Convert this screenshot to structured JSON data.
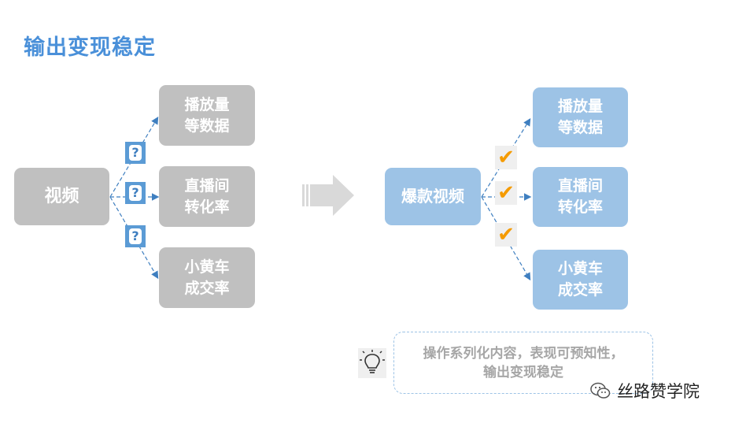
{
  "title": "输出变现稳定",
  "left": {
    "source": "视频",
    "targets": [
      {
        "line1": "播放量",
        "line2": "等数据"
      },
      {
        "line1": "直播间",
        "line2": "转化率"
      },
      {
        "line1": "小黄车",
        "line2": "成交率"
      }
    ],
    "marker_symbol": "?"
  },
  "right": {
    "source": "爆款视频",
    "targets": [
      {
        "line1": "播放量",
        "line2": "等数据"
      },
      {
        "line1": "直播间",
        "line2": "转化率"
      },
      {
        "line1": "小黄车",
        "line2": "成交率"
      }
    ],
    "marker_symbol": "✔"
  },
  "tip": {
    "line1": "操作系列化内容，表现可预知性，",
    "line2": "输出变现稳定"
  },
  "watermark": "丝路赞学院",
  "colors": {
    "title": "#4a90d9",
    "gray_box": "#c0c0c0",
    "blue_box": "#9dc3e6",
    "question_bg": "#5b9bd5",
    "check": "#f59b00",
    "arrow": "#d9d9d9"
  },
  "icons": {
    "question": "question-mark-icon",
    "check": "check-mark-icon",
    "arrow": "right-arrow-icon",
    "bulb": "light-bulb-icon",
    "wechat": "wechat-icon"
  }
}
